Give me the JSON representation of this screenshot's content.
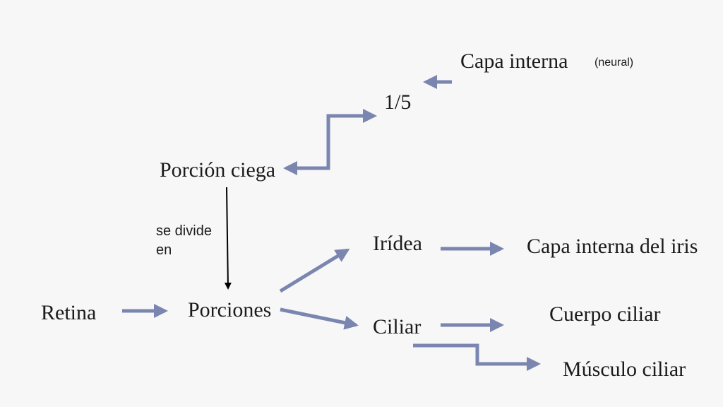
{
  "diagram": {
    "nodes": {
      "capa_interna": "Capa interna",
      "neural": "(neural)",
      "fraction": "1/5",
      "porcion_ciega": "Porción ciega",
      "se_divide_en_line1": "se divide",
      "se_divide_en_line2": "en",
      "iridea": "Irídea",
      "capa_interna_iris": "Capa interna del iris",
      "retina": "Retina",
      "porciones": "Porciones",
      "ciliar": "Ciliar",
      "cuerpo_ciliar": "Cuerpo ciliar",
      "musculo_ciliar": "Músculo ciliar"
    },
    "colors": {
      "arrow": "#7b86b0",
      "divide_arrow": "#000000",
      "text": "#1b1b1b",
      "background": "#f7f7f7"
    }
  }
}
